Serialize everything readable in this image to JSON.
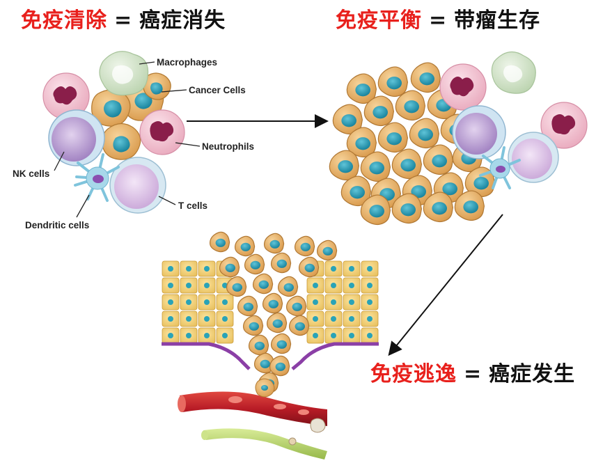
{
  "headings": {
    "clearance": {
      "red": "免疫清除",
      "eq": "=",
      "black": "癌症消失"
    },
    "equilibrium": {
      "red": "免疫平衡",
      "eq": "=",
      "black": "带瘤生存"
    },
    "escape": {
      "red": "免疫逃逸",
      "eq": "=",
      "black": "癌症发生"
    }
  },
  "labels": {
    "macrophages": "Macrophages",
    "cancer_cells": "Cancer Cells",
    "neutrophils": "Neutrophils",
    "nk_cells": "NK cells",
    "t_cells": "T cells",
    "dendritic_cells": "Dendritic cells"
  },
  "colors": {
    "heading_red": "#e8201c",
    "cancer_cell_body": "#e9b46c",
    "cancer_cell_nucleus": "#1c9bb3",
    "neutrophil": "#f2c9d6",
    "neutrophil_nucleus": "#8a1e4a",
    "macrophage": "#d8e8cf",
    "nk_cell": "#b69ad0",
    "t_cell": "#d9c2e4",
    "blood_vessel": "#c9232c",
    "lymph_vessel": "#b8d46a"
  }
}
